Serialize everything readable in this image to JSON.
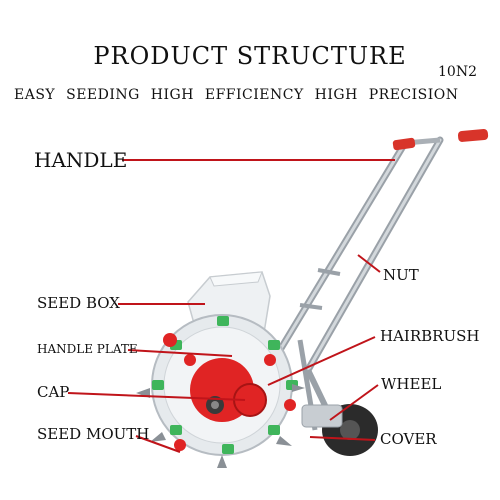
{
  "header": {
    "title": "PRODUCT STRUCTURE",
    "model": "10N2",
    "tagline": "EASY SEEDING  HIGH EFFICIENCY  HIGH PRECISION"
  },
  "labels": {
    "handle": "HANDLE",
    "nut": "NUT",
    "seed_box": "SEED BOX",
    "hairbrush": "HAIRBRUSH",
    "handle_plate": "HANDLE PLATE",
    "cap": "CAP",
    "wheel": "WHEEL",
    "seed_mouth": "SEED MOUTH",
    "cover": "COVER"
  },
  "colors": {
    "leader_line": "#c0141a",
    "grip": "#d8342a",
    "frame": "#b9bfc5",
    "seed_box": "#e9edf0",
    "cap": "#e02424",
    "accent_green": "#3fb55b",
    "wheel": "#2b2b2b"
  }
}
